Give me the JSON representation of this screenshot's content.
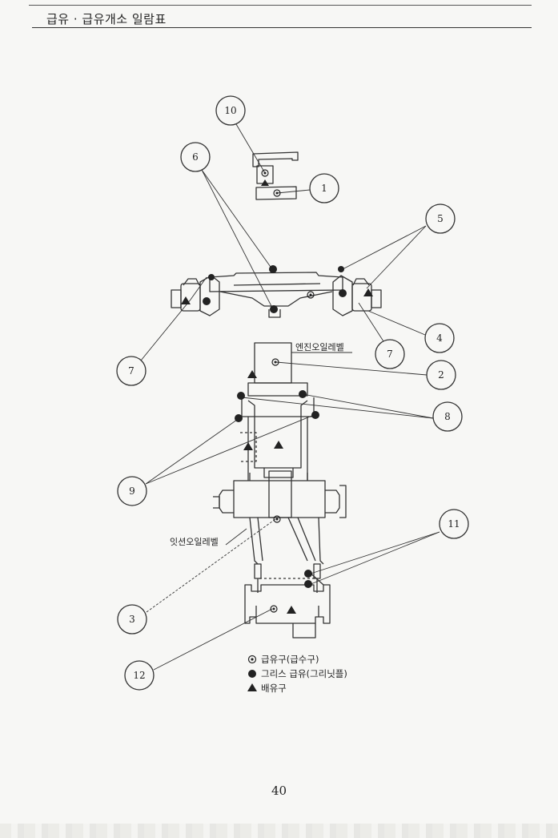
{
  "header": {
    "title": "급유 · 급유개소 일람표"
  },
  "labels": {
    "engine_oil_level": "엔진오일레벨",
    "transmission_oil_level": "잇션오일레벨"
  },
  "callouts": [
    "1",
    "2",
    "3",
    "4",
    "5",
    "6",
    "7",
    "7",
    "8",
    "9",
    "10",
    "11",
    "12"
  ],
  "legend": {
    "fill_port": "급유구(급수구)",
    "grease": "그리스 급유(그리닛플)",
    "drain": "배유구"
  },
  "page": {
    "number": "40"
  }
}
